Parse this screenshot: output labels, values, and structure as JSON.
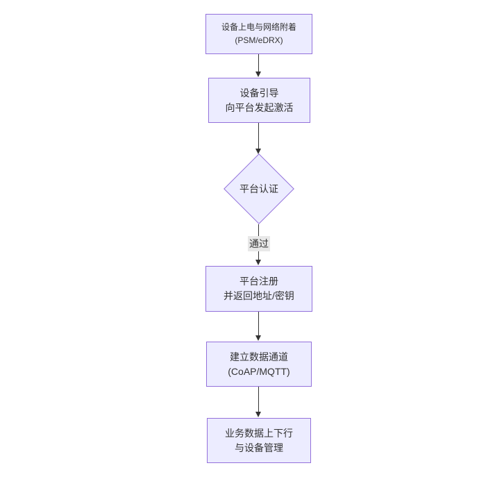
{
  "flowchart": {
    "colors": {
      "background": "#FFFFFF",
      "node_fill": "#ECECFF",
      "node_border": "#9370DB",
      "arrow": "#333333",
      "edge_label_bg": "#E8E8E8",
      "text": "#333333"
    },
    "nodes": [
      {
        "id": "power_attach",
        "shape": "rect",
        "lines": [
          "设备上电与网络附着",
          "(PSM/eDRX)"
        ]
      },
      {
        "id": "bootstrap",
        "shape": "rect",
        "lines": [
          "设备引导",
          "向平台发起激活"
        ]
      },
      {
        "id": "platform_auth",
        "shape": "diamond",
        "lines": [
          "平台认证"
        ]
      },
      {
        "id": "platform_register",
        "shape": "rect",
        "lines": [
          "平台注册",
          "并返回地址/密钥"
        ]
      },
      {
        "id": "data_channel",
        "shape": "rect",
        "lines": [
          "建立数据通道",
          "(CoAP/MQTT)"
        ]
      },
      {
        "id": "business_data",
        "shape": "rect",
        "lines": [
          "业务数据上下行",
          "与设备管理"
        ]
      }
    ],
    "edges": [
      {
        "from": "power_attach",
        "to": "bootstrap",
        "label": ""
      },
      {
        "from": "bootstrap",
        "to": "platform_auth",
        "label": ""
      },
      {
        "from": "platform_auth",
        "to": "platform_register",
        "label": "通过"
      },
      {
        "from": "platform_register",
        "to": "data_channel",
        "label": ""
      },
      {
        "from": "data_channel",
        "to": "business_data",
        "label": ""
      }
    ]
  }
}
